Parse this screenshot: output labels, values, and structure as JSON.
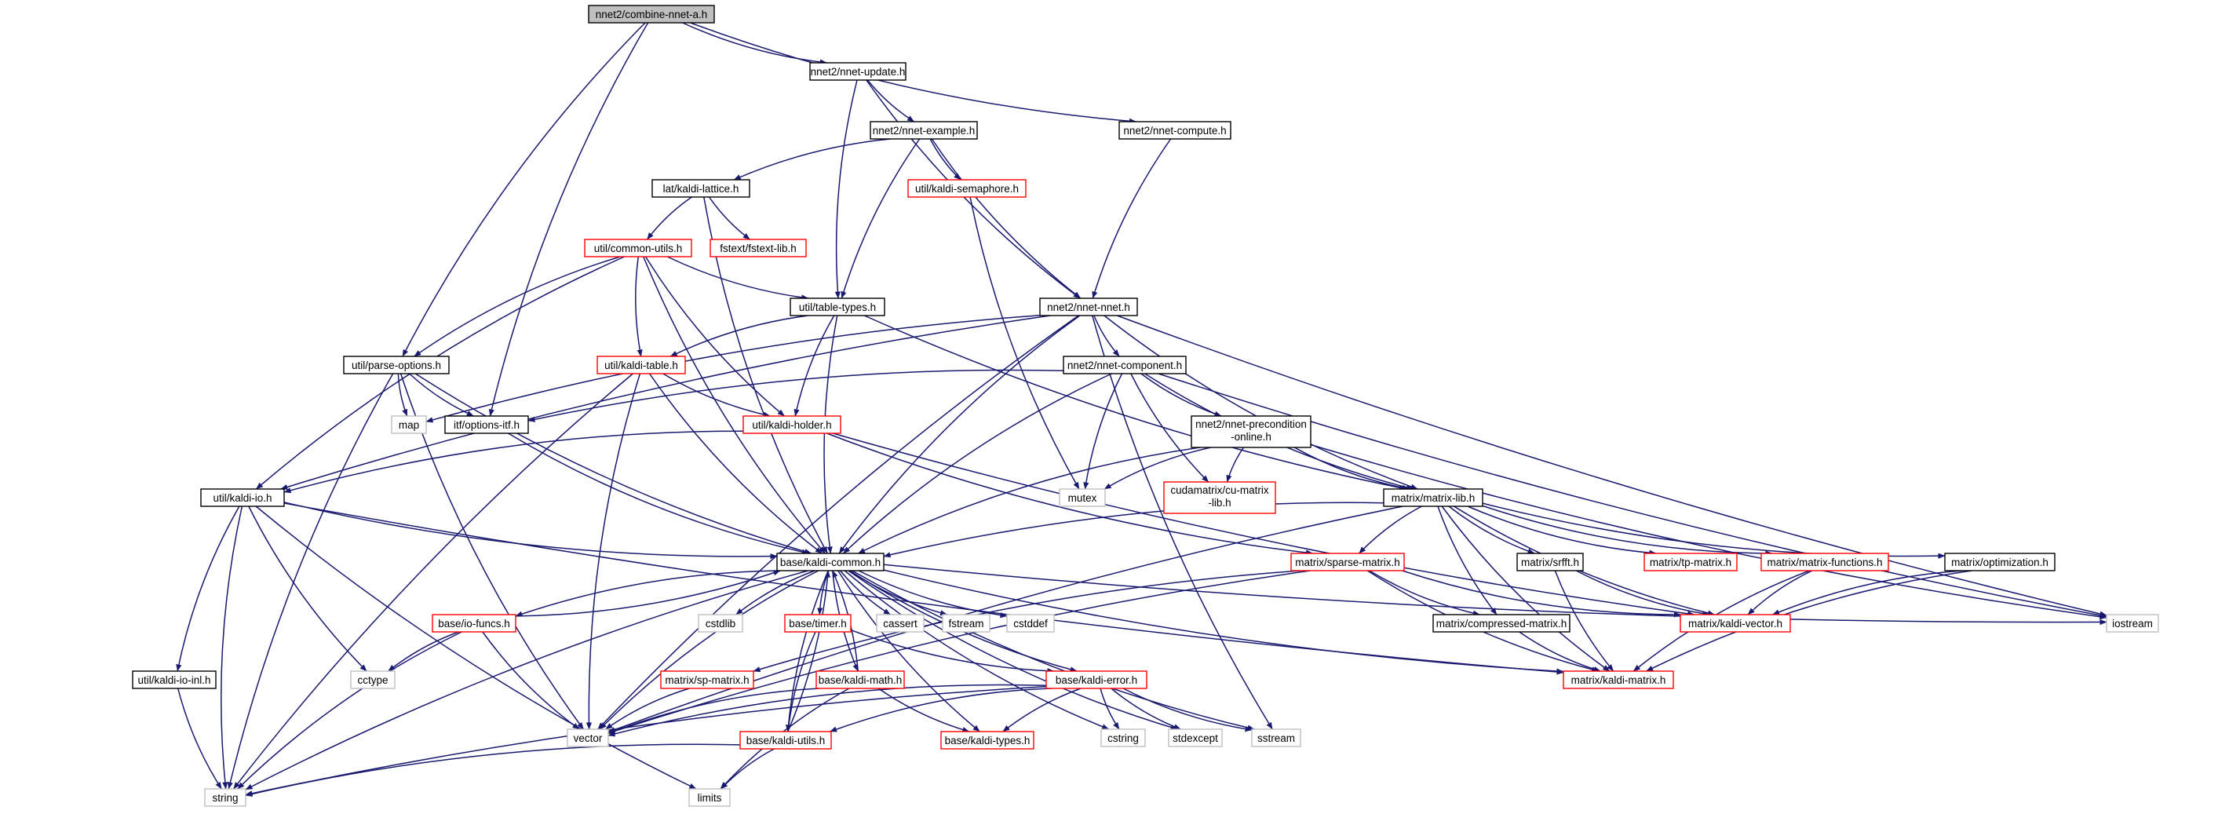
{
  "colors": {
    "edge": "#191970",
    "root_fill": "#bfbfbf",
    "box_normal": "#000000",
    "box_truncated": "#ff0000",
    "box_system": "#bfbfbf"
  },
  "nodes": [
    {
      "id": "combine",
      "label": "nnet2/combine-nnet-a.h",
      "style": "root"
    },
    {
      "id": "nnet_update",
      "label": "nnet2/nnet-update.h",
      "style": "normal"
    },
    {
      "id": "nnet_compute",
      "label": "nnet2/nnet-compute.h",
      "style": "normal"
    },
    {
      "id": "nnet_example",
      "label": "nnet2/nnet-example.h",
      "style": "normal"
    },
    {
      "id": "kaldi_lattice",
      "label": "lat/kaldi-lattice.h",
      "style": "normal"
    },
    {
      "id": "kaldi_semaphore",
      "label": "util/kaldi-semaphore.h",
      "style": "truncated"
    },
    {
      "id": "common_utils",
      "label": "util/common-utils.h",
      "style": "truncated"
    },
    {
      "id": "fstext_lib",
      "label": "fstext/fstext-lib.h",
      "style": "truncated"
    },
    {
      "id": "table_types",
      "label": "util/table-types.h",
      "style": "normal"
    },
    {
      "id": "nnet_nnet",
      "label": "nnet2/nnet-nnet.h",
      "style": "normal"
    },
    {
      "id": "parse_options",
      "label": "util/parse-options.h",
      "style": "normal"
    },
    {
      "id": "kaldi_table",
      "label": "util/kaldi-table.h",
      "style": "truncated"
    },
    {
      "id": "nnet_component",
      "label": "nnet2/nnet-component.h",
      "style": "normal"
    },
    {
      "id": "map",
      "label": "map",
      "style": "system"
    },
    {
      "id": "options_itf",
      "label": "itf/options-itf.h",
      "style": "normal"
    },
    {
      "id": "kaldi_holder",
      "label": "util/kaldi-holder.h",
      "style": "truncated"
    },
    {
      "id": "nnet_precondition",
      "label": "nnet2/nnet-precondition\n-online.h",
      "style": "normal"
    },
    {
      "id": "kaldi_io",
      "label": "util/kaldi-io.h",
      "style": "normal"
    },
    {
      "id": "mutex",
      "label": "mutex",
      "style": "system"
    },
    {
      "id": "cu_matrix_lib",
      "label": "cudamatrix/cu-matrix\n-lib.h",
      "style": "truncated"
    },
    {
      "id": "matrix_lib",
      "label": "matrix/matrix-lib.h",
      "style": "normal"
    },
    {
      "id": "kaldi_common",
      "label": "base/kaldi-common.h",
      "style": "normal"
    },
    {
      "id": "sparse_matrix",
      "label": "matrix/sparse-matrix.h",
      "style": "truncated"
    },
    {
      "id": "srfft",
      "label": "matrix/srfft.h",
      "style": "normal"
    },
    {
      "id": "tp_matrix",
      "label": "matrix/tp-matrix.h",
      "style": "truncated"
    },
    {
      "id": "matrix_functions",
      "label": "matrix/matrix-functions.h",
      "style": "truncated"
    },
    {
      "id": "optimization",
      "label": "matrix/optimization.h",
      "style": "normal"
    },
    {
      "id": "cstdlib",
      "label": "cstdlib",
      "style": "system"
    },
    {
      "id": "io_funcs",
      "label": "base/io-funcs.h",
      "style": "truncated"
    },
    {
      "id": "timer",
      "label": "base/timer.h",
      "style": "truncated"
    },
    {
      "id": "cassert",
      "label": "cassert",
      "style": "system"
    },
    {
      "id": "fstream",
      "label": "fstream",
      "style": "system"
    },
    {
      "id": "cstddef",
      "label": "cstddef",
      "style": "system"
    },
    {
      "id": "compressed_matrix",
      "label": "matrix/compressed-matrix.h",
      "style": "normal"
    },
    {
      "id": "kaldi_vector",
      "label": "matrix/kaldi-vector.h",
      "style": "truncated"
    },
    {
      "id": "iostream",
      "label": "iostream",
      "style": "system"
    },
    {
      "id": "cctype",
      "label": "cctype",
      "style": "system"
    },
    {
      "id": "kaldi_io_inl",
      "label": "util/kaldi-io-inl.h",
      "style": "normal"
    },
    {
      "id": "sp_matrix",
      "label": "matrix/sp-matrix.h",
      "style": "truncated"
    },
    {
      "id": "kaldi_math",
      "label": "base/kaldi-math.h",
      "style": "truncated"
    },
    {
      "id": "kaldi_error",
      "label": "base/kaldi-error.h",
      "style": "truncated"
    },
    {
      "id": "kaldi_matrix",
      "label": "matrix/kaldi-matrix.h",
      "style": "truncated"
    },
    {
      "id": "vector",
      "label": "vector",
      "style": "system"
    },
    {
      "id": "kaldi_utils",
      "label": "base/kaldi-utils.h",
      "style": "truncated"
    },
    {
      "id": "kaldi_types",
      "label": "base/kaldi-types.h",
      "style": "truncated"
    },
    {
      "id": "cstring",
      "label": "cstring",
      "style": "system"
    },
    {
      "id": "stdexcept",
      "label": "stdexcept",
      "style": "system"
    },
    {
      "id": "sstream",
      "label": "sstream",
      "style": "system"
    },
    {
      "id": "string",
      "label": "string",
      "style": "system"
    },
    {
      "id": "limits",
      "label": "limits",
      "style": "system"
    }
  ],
  "edges": [
    [
      "combine",
      "nnet_update"
    ],
    [
      "combine",
      "nnet_compute"
    ],
    [
      "combine",
      "parse_options"
    ],
    [
      "combine",
      "options_itf"
    ],
    [
      "nnet_update",
      "nnet_example"
    ],
    [
      "nnet_update",
      "table_types"
    ],
    [
      "nnet_update",
      "nnet_nnet"
    ],
    [
      "nnet_compute",
      "nnet_nnet"
    ],
    [
      "nnet_example",
      "kaldi_lattice"
    ],
    [
      "nnet_example",
      "kaldi_semaphore"
    ],
    [
      "nnet_example",
      "table_types"
    ],
    [
      "nnet_example",
      "nnet_nnet"
    ],
    [
      "kaldi_lattice",
      "common_utils"
    ],
    [
      "kaldi_lattice",
      "fstext_lib"
    ],
    [
      "kaldi_lattice",
      "kaldi_common"
    ],
    [
      "kaldi_semaphore",
      "mutex"
    ],
    [
      "common_utils",
      "table_types"
    ],
    [
      "common_utils",
      "parse_options"
    ],
    [
      "common_utils",
      "kaldi_table"
    ],
    [
      "common_utils",
      "kaldi_holder"
    ],
    [
      "common_utils",
      "kaldi_io"
    ],
    [
      "common_utils",
      "kaldi_common"
    ],
    [
      "table_types",
      "kaldi_table"
    ],
    [
      "table_types",
      "kaldi_holder"
    ],
    [
      "table_types",
      "matrix_lib"
    ],
    [
      "table_types",
      "kaldi_common"
    ],
    [
      "nnet_nnet",
      "nnet_component"
    ],
    [
      "nnet_nnet",
      "matrix_lib"
    ],
    [
      "nnet_nnet",
      "kaldi_common"
    ],
    [
      "nnet_nnet",
      "vector"
    ],
    [
      "nnet_nnet",
      "iostream"
    ],
    [
      "nnet_nnet",
      "sstream"
    ],
    [
      "nnet_nnet",
      "map"
    ],
    [
      "nnet_nnet",
      "kaldi_io"
    ],
    [
      "parse_options",
      "map"
    ],
    [
      "parse_options",
      "options_itf"
    ],
    [
      "parse_options",
      "kaldi_common"
    ],
    [
      "parse_options",
      "vector"
    ],
    [
      "parse_options",
      "string"
    ],
    [
      "kaldi_table",
      "kaldi_holder"
    ],
    [
      "kaldi_table",
      "kaldi_common"
    ],
    [
      "kaldi_table",
      "vector"
    ],
    [
      "kaldi_table",
      "string"
    ],
    [
      "nnet_component",
      "nnet_precondition"
    ],
    [
      "nnet_component",
      "mutex"
    ],
    [
      "nnet_component",
      "cu_matrix_lib"
    ],
    [
      "nnet_component",
      "matrix_lib"
    ],
    [
      "nnet_component",
      "kaldi_common"
    ],
    [
      "nnet_component",
      "options_itf"
    ],
    [
      "nnet_component",
      "iostream"
    ],
    [
      "options_itf",
      "kaldi_common"
    ],
    [
      "kaldi_holder",
      "kaldi_io"
    ],
    [
      "kaldi_holder",
      "sparse_matrix"
    ],
    [
      "kaldi_holder",
      "kaldi_vector"
    ],
    [
      "nnet_precondition",
      "matrix_lib"
    ],
    [
      "nnet_precondition",
      "cu_matrix_lib"
    ],
    [
      "nnet_precondition",
      "mutex"
    ],
    [
      "nnet_precondition",
      "kaldi_common"
    ],
    [
      "nnet_precondition",
      "iostream"
    ],
    [
      "kaldi_io",
      "kaldi_common"
    ],
    [
      "kaldi_io",
      "kaldi_io_inl"
    ],
    [
      "kaldi_io",
      "cctype"
    ],
    [
      "kaldi_io",
      "string"
    ],
    [
      "kaldi_io",
      "limits"
    ],
    [
      "kaldi_io",
      "kaldi_matrix"
    ],
    [
      "matrix_lib",
      "kaldi_common"
    ],
    [
      "matrix_lib",
      "sparse_matrix"
    ],
    [
      "matrix_lib",
      "srfft"
    ],
    [
      "matrix_lib",
      "tp_matrix"
    ],
    [
      "matrix_lib",
      "matrix_functions"
    ],
    [
      "matrix_lib",
      "optimization"
    ],
    [
      "matrix_lib",
      "compressed_matrix"
    ],
    [
      "matrix_lib",
      "kaldi_vector"
    ],
    [
      "matrix_lib",
      "kaldi_matrix"
    ],
    [
      "matrix_lib",
      "vector"
    ],
    [
      "kaldi_common",
      "cstdlib"
    ],
    [
      "kaldi_common",
      "io_funcs"
    ],
    [
      "kaldi_common",
      "timer"
    ],
    [
      "kaldi_common",
      "cassert"
    ],
    [
      "kaldi_common",
      "fstream"
    ],
    [
      "kaldi_common",
      "cstddef"
    ],
    [
      "kaldi_common",
      "kaldi_math"
    ],
    [
      "kaldi_common",
      "kaldi_error"
    ],
    [
      "kaldi_common",
      "kaldi_utils"
    ],
    [
      "kaldi_common",
      "kaldi_types"
    ],
    [
      "kaldi_common",
      "vector"
    ],
    [
      "kaldi_common",
      "string"
    ],
    [
      "kaldi_common",
      "cstring"
    ],
    [
      "kaldi_common",
      "stdexcept"
    ],
    [
      "kaldi_common",
      "sstream"
    ],
    [
      "kaldi_common",
      "iostream"
    ],
    [
      "kaldi_common",
      "kaldi_matrix"
    ],
    [
      "sparse_matrix",
      "compressed_matrix"
    ],
    [
      "sparse_matrix",
      "kaldi_vector"
    ],
    [
      "sparse_matrix",
      "kaldi_matrix"
    ],
    [
      "sparse_matrix",
      "sp_matrix"
    ],
    [
      "sparse_matrix",
      "vector"
    ],
    [
      "srfft",
      "kaldi_vector"
    ],
    [
      "srfft",
      "kaldi_matrix"
    ],
    [
      "matrix_functions",
      "kaldi_vector"
    ],
    [
      "matrix_functions",
      "kaldi_matrix"
    ],
    [
      "optimization",
      "kaldi_vector"
    ],
    [
      "optimization",
      "kaldi_matrix"
    ],
    [
      "compressed_matrix",
      "kaldi_matrix"
    ],
    [
      "io_funcs",
      "kaldi_common"
    ],
    [
      "io_funcs",
      "cctype"
    ],
    [
      "io_funcs",
      "vector"
    ],
    [
      "io_funcs",
      "string"
    ],
    [
      "timer",
      "kaldi_error"
    ],
    [
      "timer",
      "kaldi_utils"
    ],
    [
      "kaldi_io_inl",
      "string"
    ],
    [
      "sp_matrix",
      "vector"
    ],
    [
      "kaldi_math",
      "kaldi_common"
    ],
    [
      "kaldi_math",
      "kaldi_types"
    ],
    [
      "kaldi_math",
      "vector"
    ],
    [
      "kaldi_math",
      "limits"
    ],
    [
      "kaldi_error",
      "kaldi_types"
    ],
    [
      "kaldi_error",
      "kaldi_utils"
    ],
    [
      "kaldi_error",
      "vector"
    ],
    [
      "kaldi_error",
      "string"
    ],
    [
      "kaldi_error",
      "cstring"
    ],
    [
      "kaldi_error",
      "stdexcept"
    ],
    [
      "kaldi_error",
      "sstream"
    ],
    [
      "kaldi_utils",
      "kaldi_common"
    ],
    [
      "kaldi_utils",
      "string"
    ],
    [
      "kaldi_utils",
      "limits"
    ]
  ]
}
